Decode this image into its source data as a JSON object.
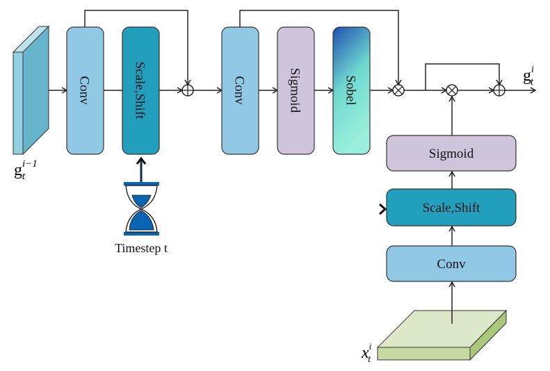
{
  "diagram": {
    "input_feature": {
      "base": "g",
      "sub": "t",
      "sup": "i−1"
    },
    "output_feature": {
      "base": "g",
      "sub": "t",
      "sup": "i"
    },
    "condition_input": {
      "base": "x",
      "sub": "t",
      "sup": "i"
    },
    "timestep_label": "Timestep t",
    "blocks": {
      "conv1": "Conv",
      "scale_shift1": "Scale,Shift",
      "conv2": "Conv",
      "sigmoid1": "Sigmoid",
      "sobel": "Sobel",
      "sigmoid2": "Sigmoid",
      "scale_shift2": "Scale,Shift",
      "conv3": "Conv"
    },
    "colors": {
      "conv": "#91c8e6",
      "scale_shift": "#229fbc",
      "sigmoid": "#cec4dc",
      "sobel_top": "#1f4fb0",
      "sobel_bottom": "#8ee8d6",
      "hourglass": "#0a64b4",
      "slab": "#c6d9a0"
    }
  }
}
